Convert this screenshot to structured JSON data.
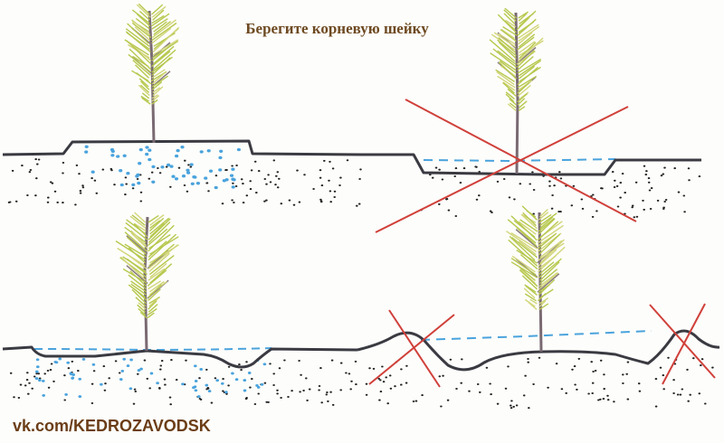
{
  "title": "Берегите корневую шейку",
  "watermark": "vk.com/KEDROZAVODSK",
  "colors": {
    "soil_line": "#3a3a42",
    "water": "#4aa3dd",
    "cross": "#d0403a",
    "trunk": "#7a6a72",
    "needles": "#b7c84e",
    "title": "#6e4a22",
    "watermark": "#6b3d17"
  },
  "panels": [
    {
      "id": "top-left",
      "variant": "correct"
    },
    {
      "id": "top-right",
      "variant": "wrong"
    },
    {
      "id": "bottom-left",
      "variant": "correct"
    },
    {
      "id": "bottom-right",
      "variant": "wrong"
    }
  ]
}
